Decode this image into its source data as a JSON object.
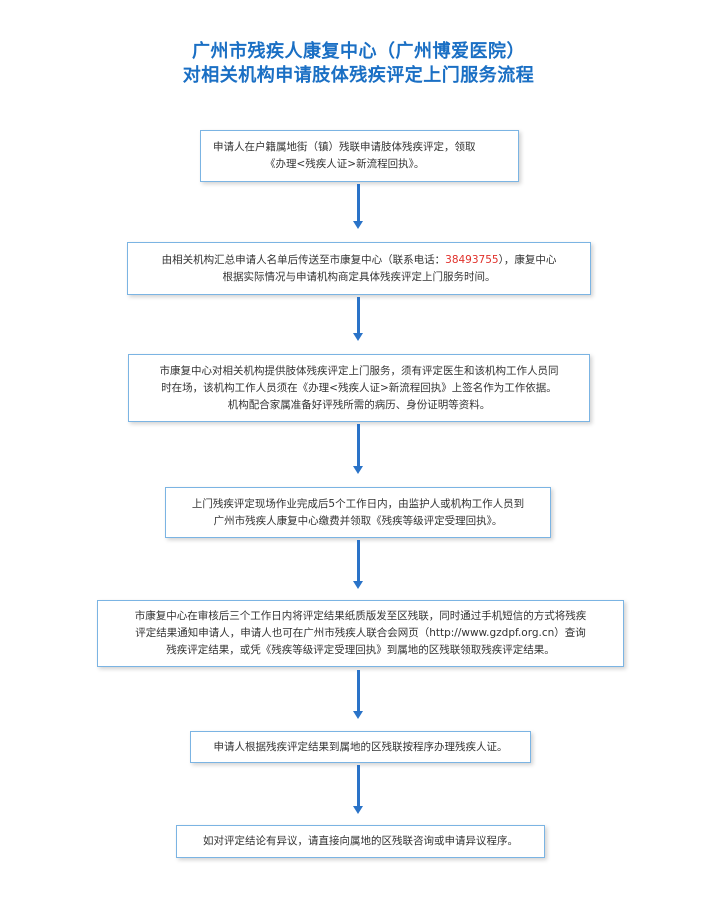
{
  "title": {
    "line1": "广州市残疾人康复中心（广州博爱医院）",
    "line2": "对相关机构申请肢体残疾评定上门服务流程"
  },
  "steps": [
    {
      "lines": [
        "申请人在户籍属地街（镇）残联申请肢体残疾评定，领取",
        "《办理<残疾人证>新流程回执》。"
      ]
    },
    {
      "line1_before": "由相关机构汇总申请人名单后传送至市康复中心（联系电话：",
      "phone": "38493755",
      "line1_after": "），康复中心",
      "line2": "根据实际情况与申请机构商定具体残疾评定上门服务时间。"
    },
    {
      "lines": [
        "市康复中心对相关机构提供肢体残疾评定上门服务，须有评定医生和该机构工作人员同",
        "时在场，该机构工作人员须在《办理<残疾人证>新流程回执》上签名作为工作依据。",
        "机构配合家属准备好评残所需的病历、身份证明等资料。"
      ]
    },
    {
      "lines": [
        "上门残疾评定现场作业完成后5个工作日内，由监护人或机构工作人员到",
        "广州市残疾人康复中心缴费并领取《残疾等级评定受理回执》。"
      ]
    },
    {
      "lines": [
        "市康复中心在审核后三个工作日内将评定结果纸质版发至区残联，同时通过手机短信的方式将残疾",
        "评定结果通知申请人，申请人也可在广州市残疾人联合会网页（http://www.gzdpf.org.cn）查询",
        "残疾评定结果，或凭《残疾等级评定受理回执》到属地的区残联领取残疾评定结果。"
      ]
    },
    {
      "lines": [
        "申请人根据残疾评定结果到属地的区残联按程序办理残疾人证。"
      ]
    },
    {
      "lines": [
        "如对评定结论有异议，请直接向属地的区残联咨询或申请异议程序。"
      ]
    }
  ]
}
